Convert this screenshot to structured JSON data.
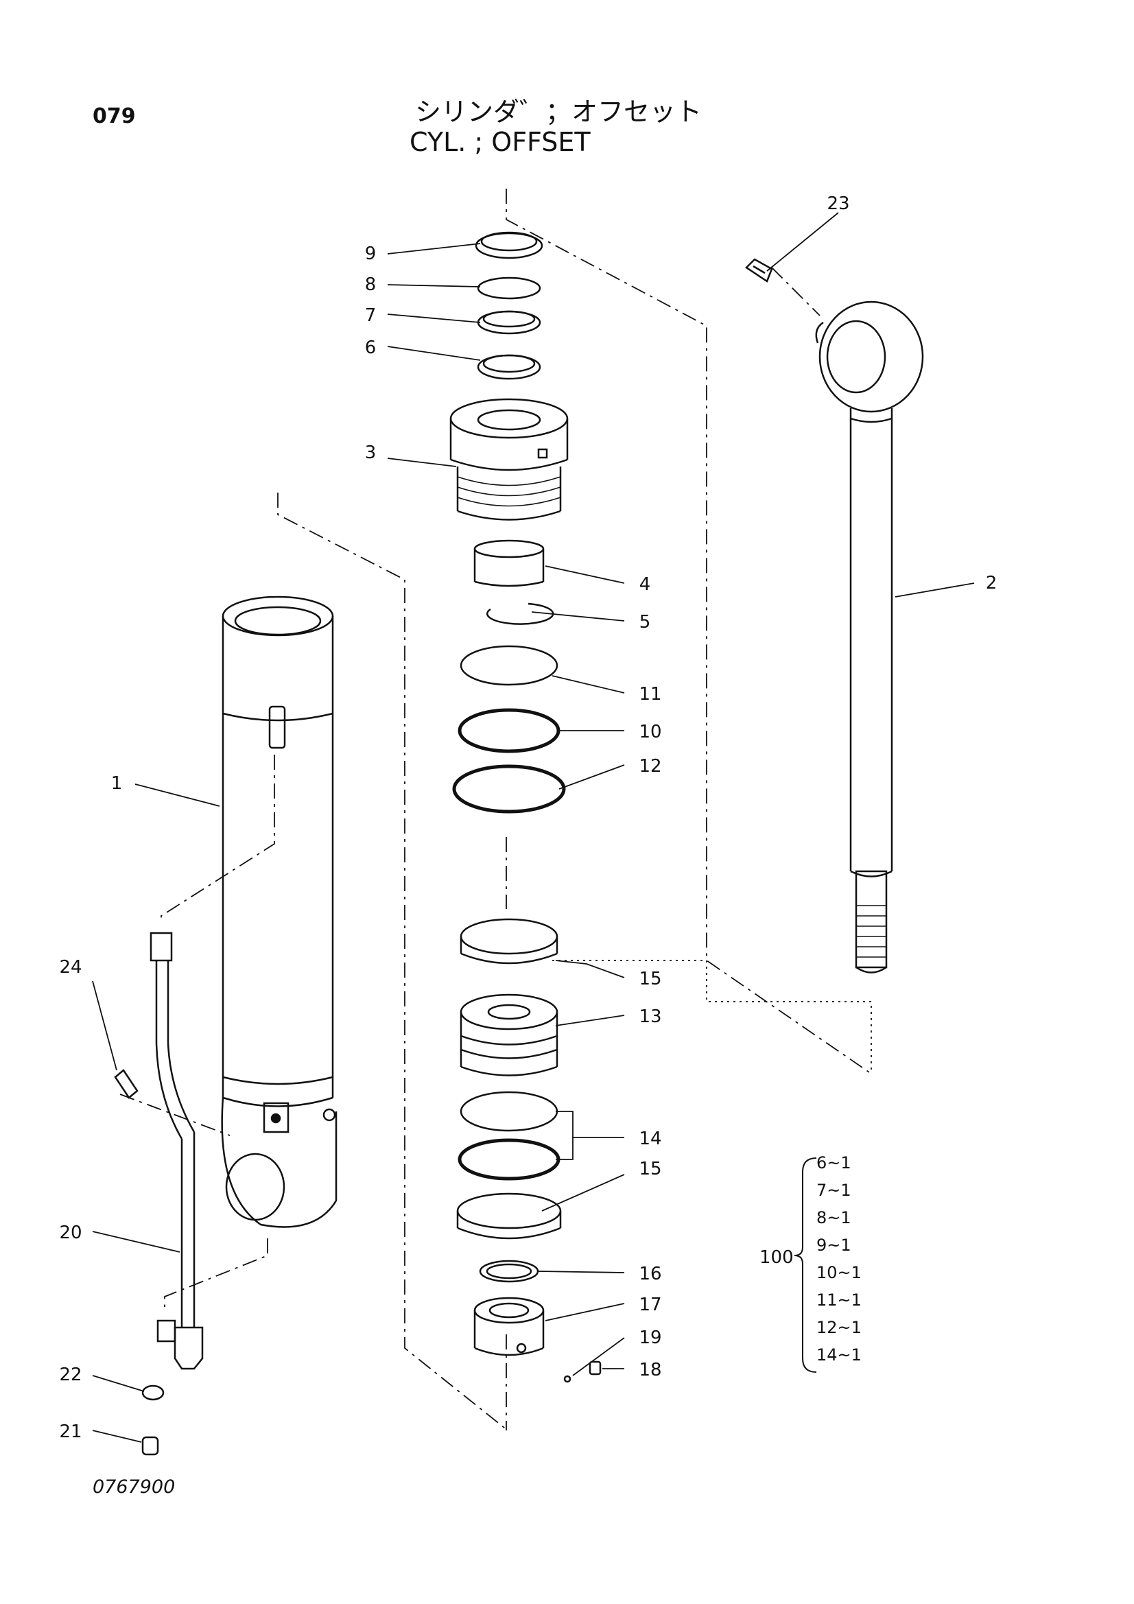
{
  "header": {
    "page_number": "079",
    "title_jp": "シリンダ゛；オフセット",
    "title_en": "CYL. ; OFFSET"
  },
  "footer": {
    "drawing_number": "0767900"
  },
  "callouts": [
    "1",
    "2",
    "3",
    "4",
    "5",
    "6",
    "7",
    "8",
    "9",
    "10",
    "11",
    "12",
    "13",
    "14",
    "15",
    "15",
    "16",
    "17",
    "18",
    "19",
    "20",
    "21",
    "22",
    "23",
    "24"
  ],
  "kit": {
    "label": "100",
    "items": [
      "6~1",
      "7~1",
      "8~1",
      "9~1",
      "10~1",
      "11~1",
      "12~1",
      "14~1"
    ]
  }
}
